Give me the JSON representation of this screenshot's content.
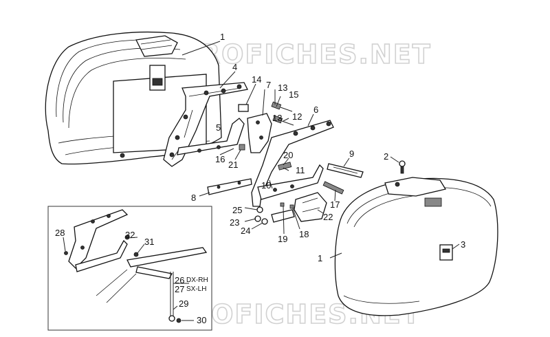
{
  "watermark": {
    "text_top": "MICROFICHES.NET",
    "text_bottom": "MICROFICHES.NET"
  },
  "callouts": {
    "c1a": "1",
    "c1b": "1",
    "c2": "2",
    "c3": "3",
    "c4": "4",
    "c5": "5",
    "c6": "6",
    "c7": "7",
    "c8": "8",
    "c9": "9",
    "c10": "10",
    "c11": "11",
    "c12": "12",
    "c13a": "13",
    "c13b": "13",
    "c14": "14",
    "c15": "15",
    "c16": "16",
    "c17": "17",
    "c18": "18",
    "c19": "19",
    "c20": "20",
    "c21": "21",
    "c22": "22",
    "c23": "23",
    "c24": "24",
    "c25": "25",
    "c26": "26",
    "c26_note": "DX-RH",
    "c27": "27",
    "c27_note": "SX-LH",
    "c28": "28",
    "c29": "29",
    "c30": "30",
    "c31": "31",
    "c32": "32"
  },
  "colors": {
    "line": "#111111",
    "watermark_stroke": "#c9c9c9",
    "background": "#ffffff"
  }
}
